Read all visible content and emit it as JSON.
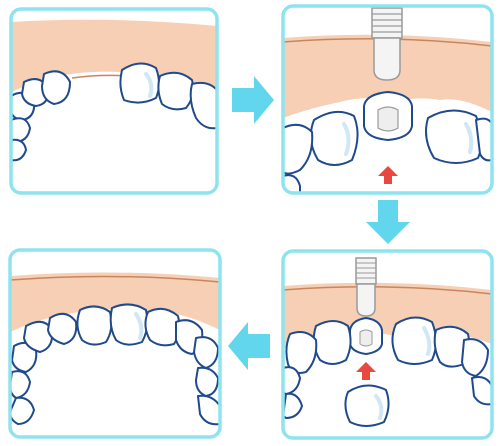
{
  "palette": {
    "panel_border": "#8fe3ee",
    "gum": "#f6cfb4",
    "gum_line": "#c9865e",
    "tooth": "#ffffff",
    "tooth_outline": "#1f4a8c",
    "tooth_shadow": "#cfe7f6",
    "implant": "#f4f4f4",
    "implant_outline": "#9a9a9a",
    "flow_arrow": "#62d6ec",
    "insert_arrow": "#e8483f"
  },
  "panels": [
    {
      "id": "missing-tooth",
      "step": 1,
      "view": "arch-with-gap"
    },
    {
      "id": "implant-placed",
      "step": 2,
      "view": "implant-with-abutment"
    },
    {
      "id": "crown-attach",
      "step": 3,
      "view": "crown-placement"
    },
    {
      "id": "restored",
      "step": 4,
      "view": "full-arch"
    }
  ],
  "flow": [
    "right",
    "down",
    "left"
  ],
  "icons": {
    "flow_arrow": "block-arrow-icon",
    "insert_arrow": "up-arrow-icon"
  }
}
